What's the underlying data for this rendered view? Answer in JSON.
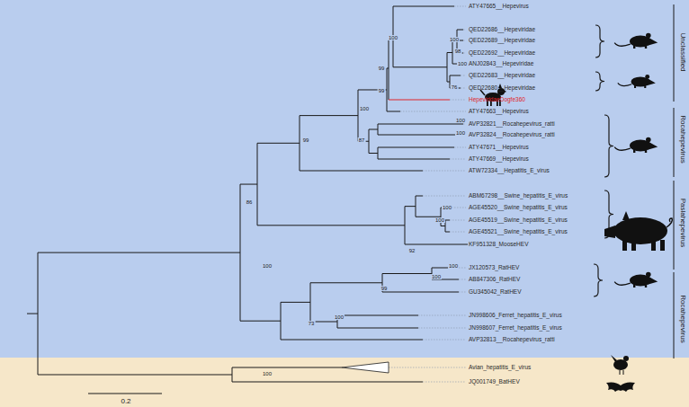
{
  "diagram": {
    "labels": [
      "ATY47665__Hepevirus",
      "QED22686__Hepeviridae",
      "QED22689__Hepeviridae",
      "QED22692__Hepeviridae",
      "ANJ02843__Hepeviridae",
      "QED22683__Hepeviridae",
      "QED22680__Hepeviridae",
      "HepeviridaeDogfe360",
      "ATY47663__Hepevirus",
      "AVP32821__Rocahepevirus_ratti",
      "AVP32824__Rocahepevirus_ratti",
      "ATY47671__Hepevirus",
      "ATY47669__Hepevirus",
      "ATW72334__Hepatitis_E_virus",
      "ABM67298__Swine_hepatitis_E_virus",
      "AGE45520__Swine_hepatitis_E_virus",
      "AGE45519__Swine_hepatitis_E_virus",
      "AGE45521__Swine_hepatitis_E_virus",
      "KF951328_MooseHEV",
      "JX120573_RatHEV",
      "AB847306_RatHEV",
      "GU345042_RatHEV",
      "JN998606_Ferret_hepatitis_E_virus",
      "JN998607_Ferret_hepatitis_E_virus",
      "AVP32813__Rocahepevirus_ratti",
      "Avian_hepatitis_E_virus",
      "JQ001749_BatHEV",
      "100",
      "100",
      "98",
      "100",
      "76",
      "99",
      "99",
      "100",
      "100",
      "100",
      "87",
      "99",
      "86",
      "100",
      "100",
      "92",
      "100",
      "100",
      "100",
      "99",
      "100",
      "73",
      "100",
      "Unclassified",
      "Rocahepevirus",
      "Paslahepevirus",
      "Rocahepevirus",
      "0.2"
    ]
  }
}
